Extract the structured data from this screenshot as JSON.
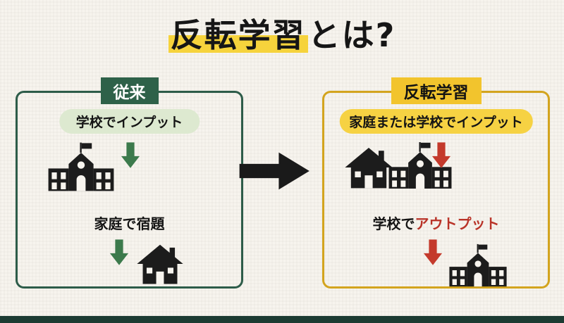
{
  "title": {
    "highlighted": "反転学習",
    "rest": "とは?"
  },
  "left_panel": {
    "badge": "従来",
    "input_pill": "学校でインプット",
    "step2_label": "家庭で宿題"
  },
  "right_panel": {
    "badge": "反転学習",
    "input_pill": "家庭または学校でインプット",
    "step2_label_prefix": "学校で",
    "step2_label_accent": "アウトプット"
  },
  "icons": {
    "school": "school-building-icon",
    "house": "house-icon",
    "down_arrow": "down-arrow-icon",
    "right_arrow": "right-arrow-icon"
  },
  "colors": {
    "background": "#f7f4ee",
    "title_highlight": "#f6d33c",
    "left_border": "#2d5c49",
    "left_badge_bg": "#2e6149",
    "left_pill_bg": "#dde9d0",
    "green_arrow": "#3c7a4c",
    "right_border": "#d3a41e",
    "right_badge_bg": "#f2c42d",
    "right_pill_bg": "#f6d243",
    "red_arrow": "#c43a2c",
    "accent_text": "#b93328",
    "center_arrow": "#1a1a1a",
    "footer_bar": "#1c3b32"
  }
}
